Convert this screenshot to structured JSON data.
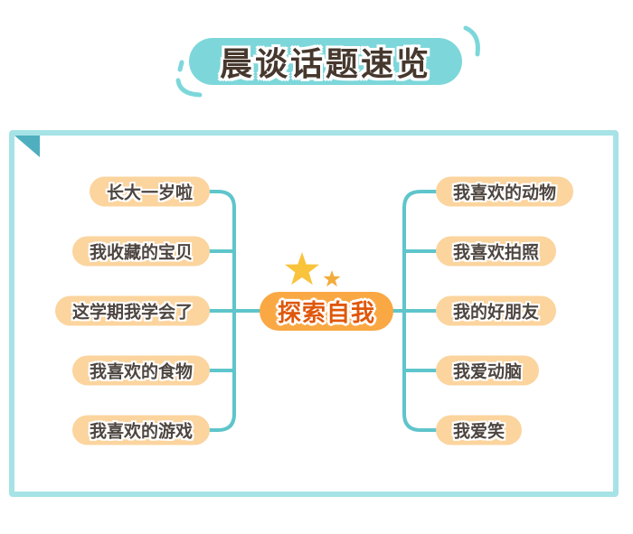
{
  "banner": {
    "title": "晨谈话题速览"
  },
  "mindmap": {
    "center": {
      "label": "探索自我"
    },
    "left_branches": [
      {
        "label": "长大一岁啦"
      },
      {
        "label": "我收藏的宝贝"
      },
      {
        "label": "这学期我学会了"
      },
      {
        "label": "我喜欢的食物"
      },
      {
        "label": "我喜欢的游戏"
      }
    ],
    "right_branches": [
      {
        "label": "我喜欢的动物"
      },
      {
        "label": "我喜欢拍照"
      },
      {
        "label": "我的好朋友"
      },
      {
        "label": "我爱动脑"
      },
      {
        "label": "我爱笑"
      }
    ]
  },
  "colors": {
    "page_bg": "#FFFFFF",
    "card_bg": "#FFFFFF",
    "banner_bg": "#7DD7DA",
    "banner_text": "#46382E",
    "card_border": "#A6E3E6",
    "card_fold": "#4FAFBF",
    "connector": "#5EC5CB",
    "branch_bg": "#FBD49E",
    "branch_text": "#4D4540",
    "center_bg": "#F9A843",
    "center_text": "#E0570A",
    "star_big": "#F9C33C",
    "star_small": "#F2AC3C"
  }
}
